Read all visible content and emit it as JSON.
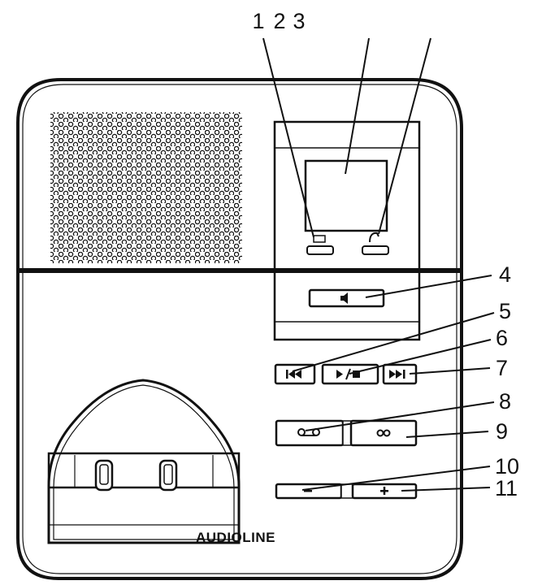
{
  "callouts": {
    "c1": "1",
    "c2": "2",
    "c3": "3",
    "c4": "4",
    "c5": "5",
    "c6": "6",
    "c7": "7",
    "c8": "8",
    "c9": "9",
    "c10": "10",
    "c11": "11"
  },
  "brand": "AUDIOLINE",
  "buttons": {
    "speaker": {
      "icon": "speaker-icon"
    },
    "skip_back": {
      "icon": "skip-back-icon"
    },
    "play_stop": {
      "icon": "play-stop-icon"
    },
    "skip_forward": {
      "icon": "skip-forward-icon"
    },
    "record": {
      "icon": "tape-icon"
    },
    "delete": {
      "icon": "delete-icon"
    },
    "volume_down": {
      "icon": "minus-icon"
    },
    "volume_up": {
      "icon": "plus-icon"
    }
  },
  "indicators": {
    "message_led": {
      "icon": "envelope-icon"
    },
    "line_led": {
      "icon": "handset-icon"
    }
  },
  "colors": {
    "ink": "#111111",
    "background": "#ffffff"
  }
}
